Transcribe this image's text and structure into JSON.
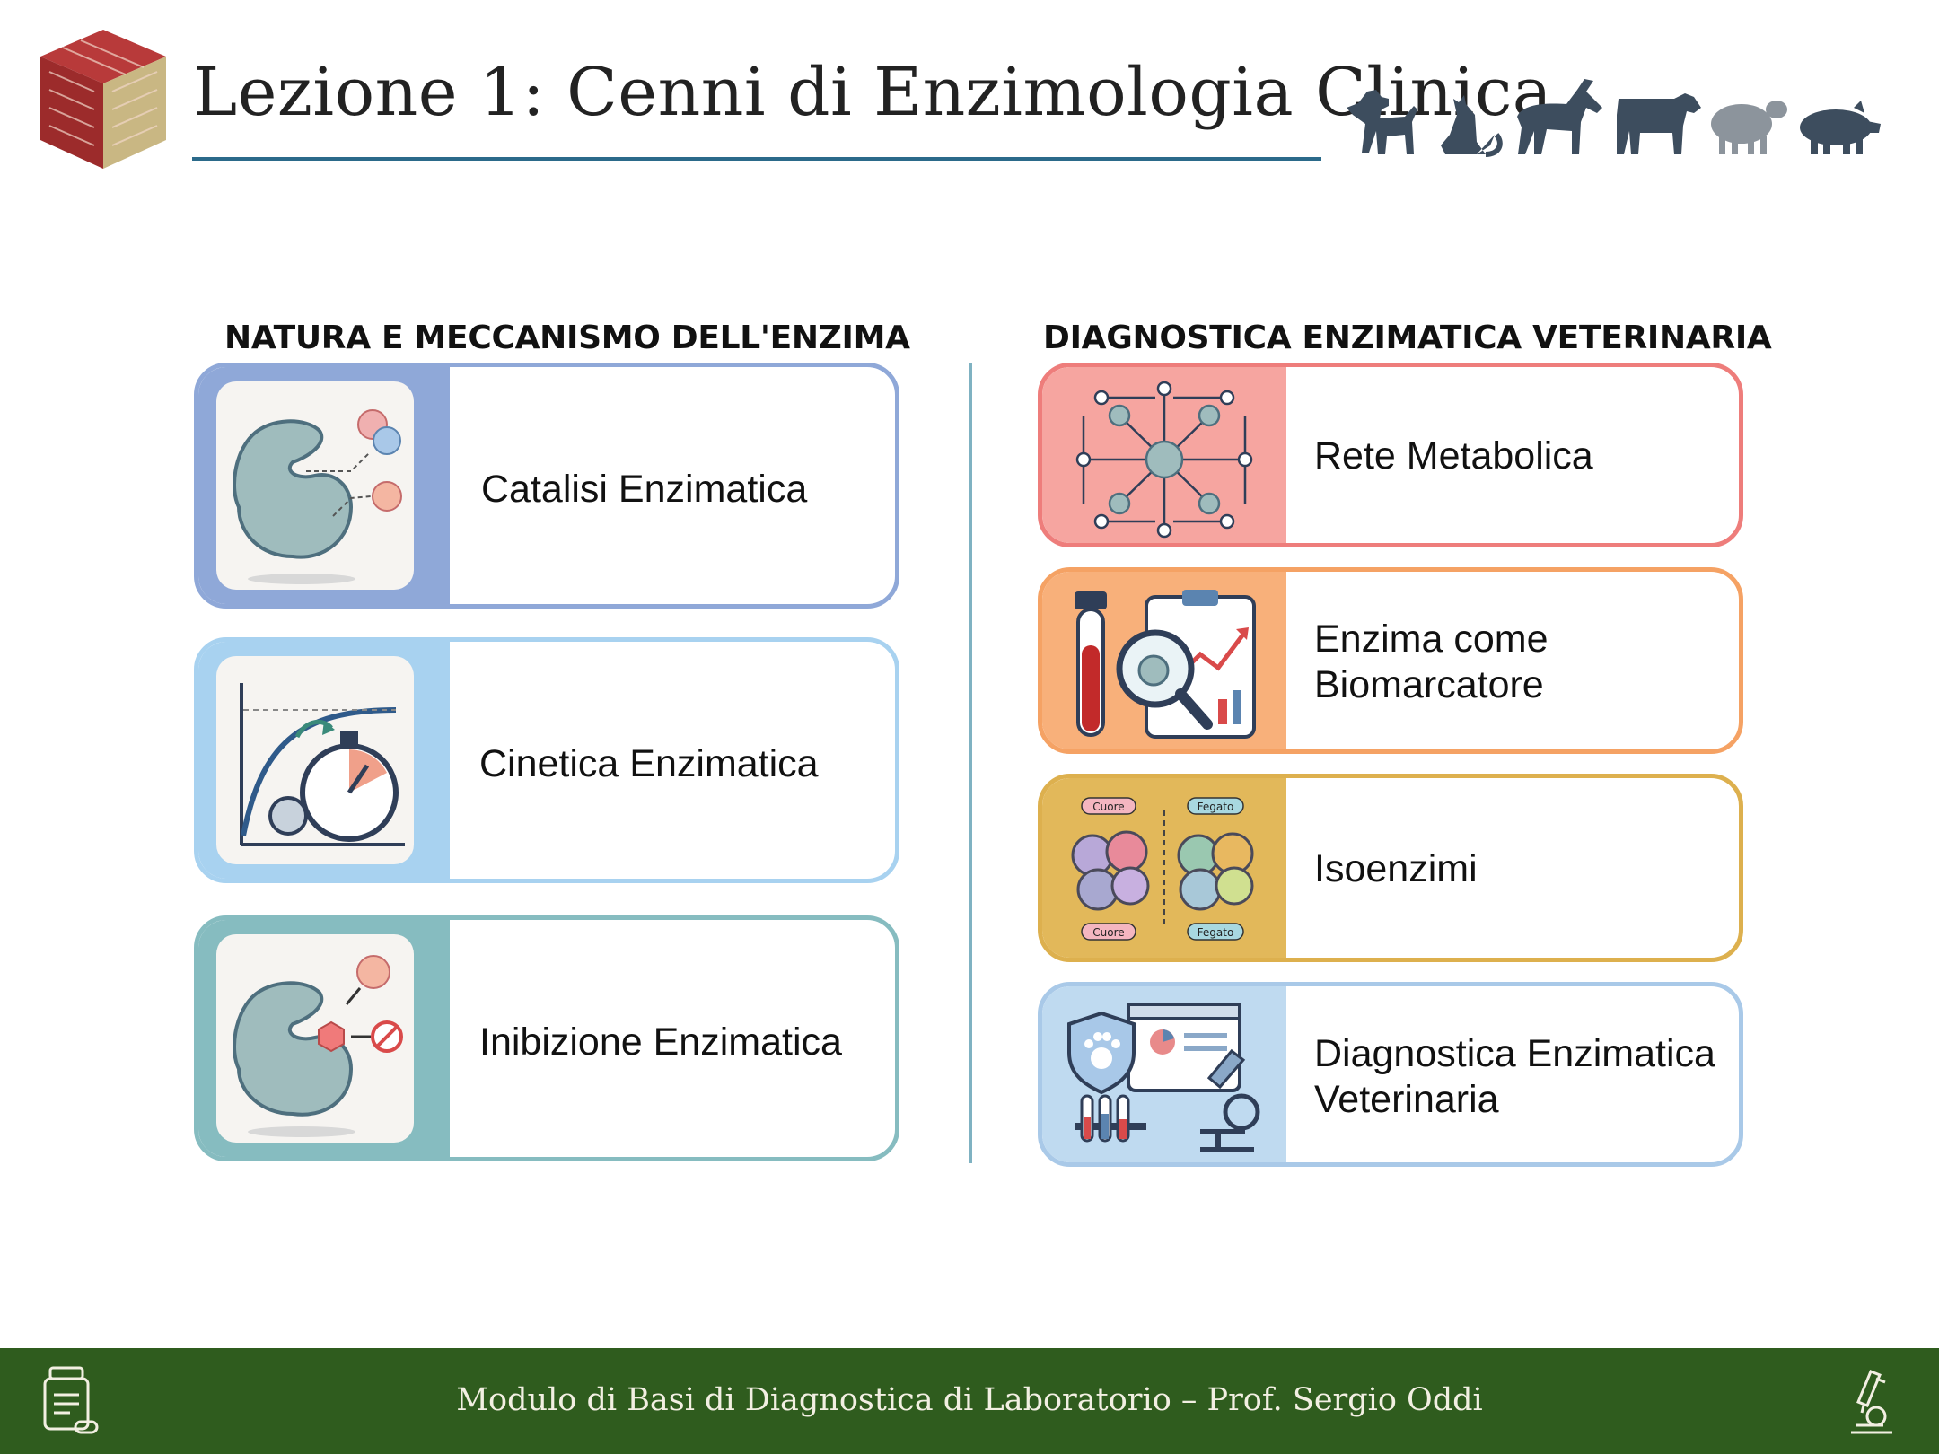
{
  "header": {
    "title": "Lezione 1: Cenni di Enzimologia Clinica",
    "logo_icon": "university-cube-logo",
    "animal_icons": [
      "dog-icon",
      "cat-icon",
      "horse-icon",
      "cow-icon",
      "sheep-icon",
      "pig-icon"
    ]
  },
  "left_column": {
    "heading": "NATURA E MECCANISMO DELL'ENZIMA",
    "cards": [
      {
        "label": "Catalisi Enzimatica",
        "icon": "enzyme-substrate-icon",
        "accent": "#8fa8d8"
      },
      {
        "label": "Cinetica Enzimatica",
        "icon": "kinetics-stopwatch-icon",
        "accent": "#a8d2f0"
      },
      {
        "label": "Inibizione Enzimatica",
        "icon": "enzyme-inhibitor-icon",
        "accent": "#86bcc0"
      }
    ]
  },
  "right_column": {
    "heading": "DIAGNOSTICA ENZIMATICA VETERINARIA",
    "cards": [
      {
        "label": "Rete Metabolica",
        "icon": "metabolic-network-icon",
        "accent": "#ee7d7b"
      },
      {
        "label": "Enzima come Biomarcatore",
        "icon": "biomarker-magnifier-icon",
        "accent": "#f5a264"
      },
      {
        "label": "Isoenzimi",
        "icon": "isoenzymes-icon",
        "accent": "#ddb04e",
        "tags": {
          "top_left": "Cuore",
          "top_right": "Fegato",
          "bottom_left": "Cuore",
          "bottom_right": "Fegato"
        }
      },
      {
        "label": "Diagnostica Enzimatica Veterinaria",
        "icon": "veterinary-lab-icon",
        "accent": "#a9c9e8"
      }
    ]
  },
  "footer": {
    "text": "Modulo di Basi di Diagnostica di Laboratorio – Prof. Sergio Oddi",
    "left_icon": "pill-bottle-icon",
    "right_icon": "microscope-icon",
    "background": "#2f5c1e"
  }
}
